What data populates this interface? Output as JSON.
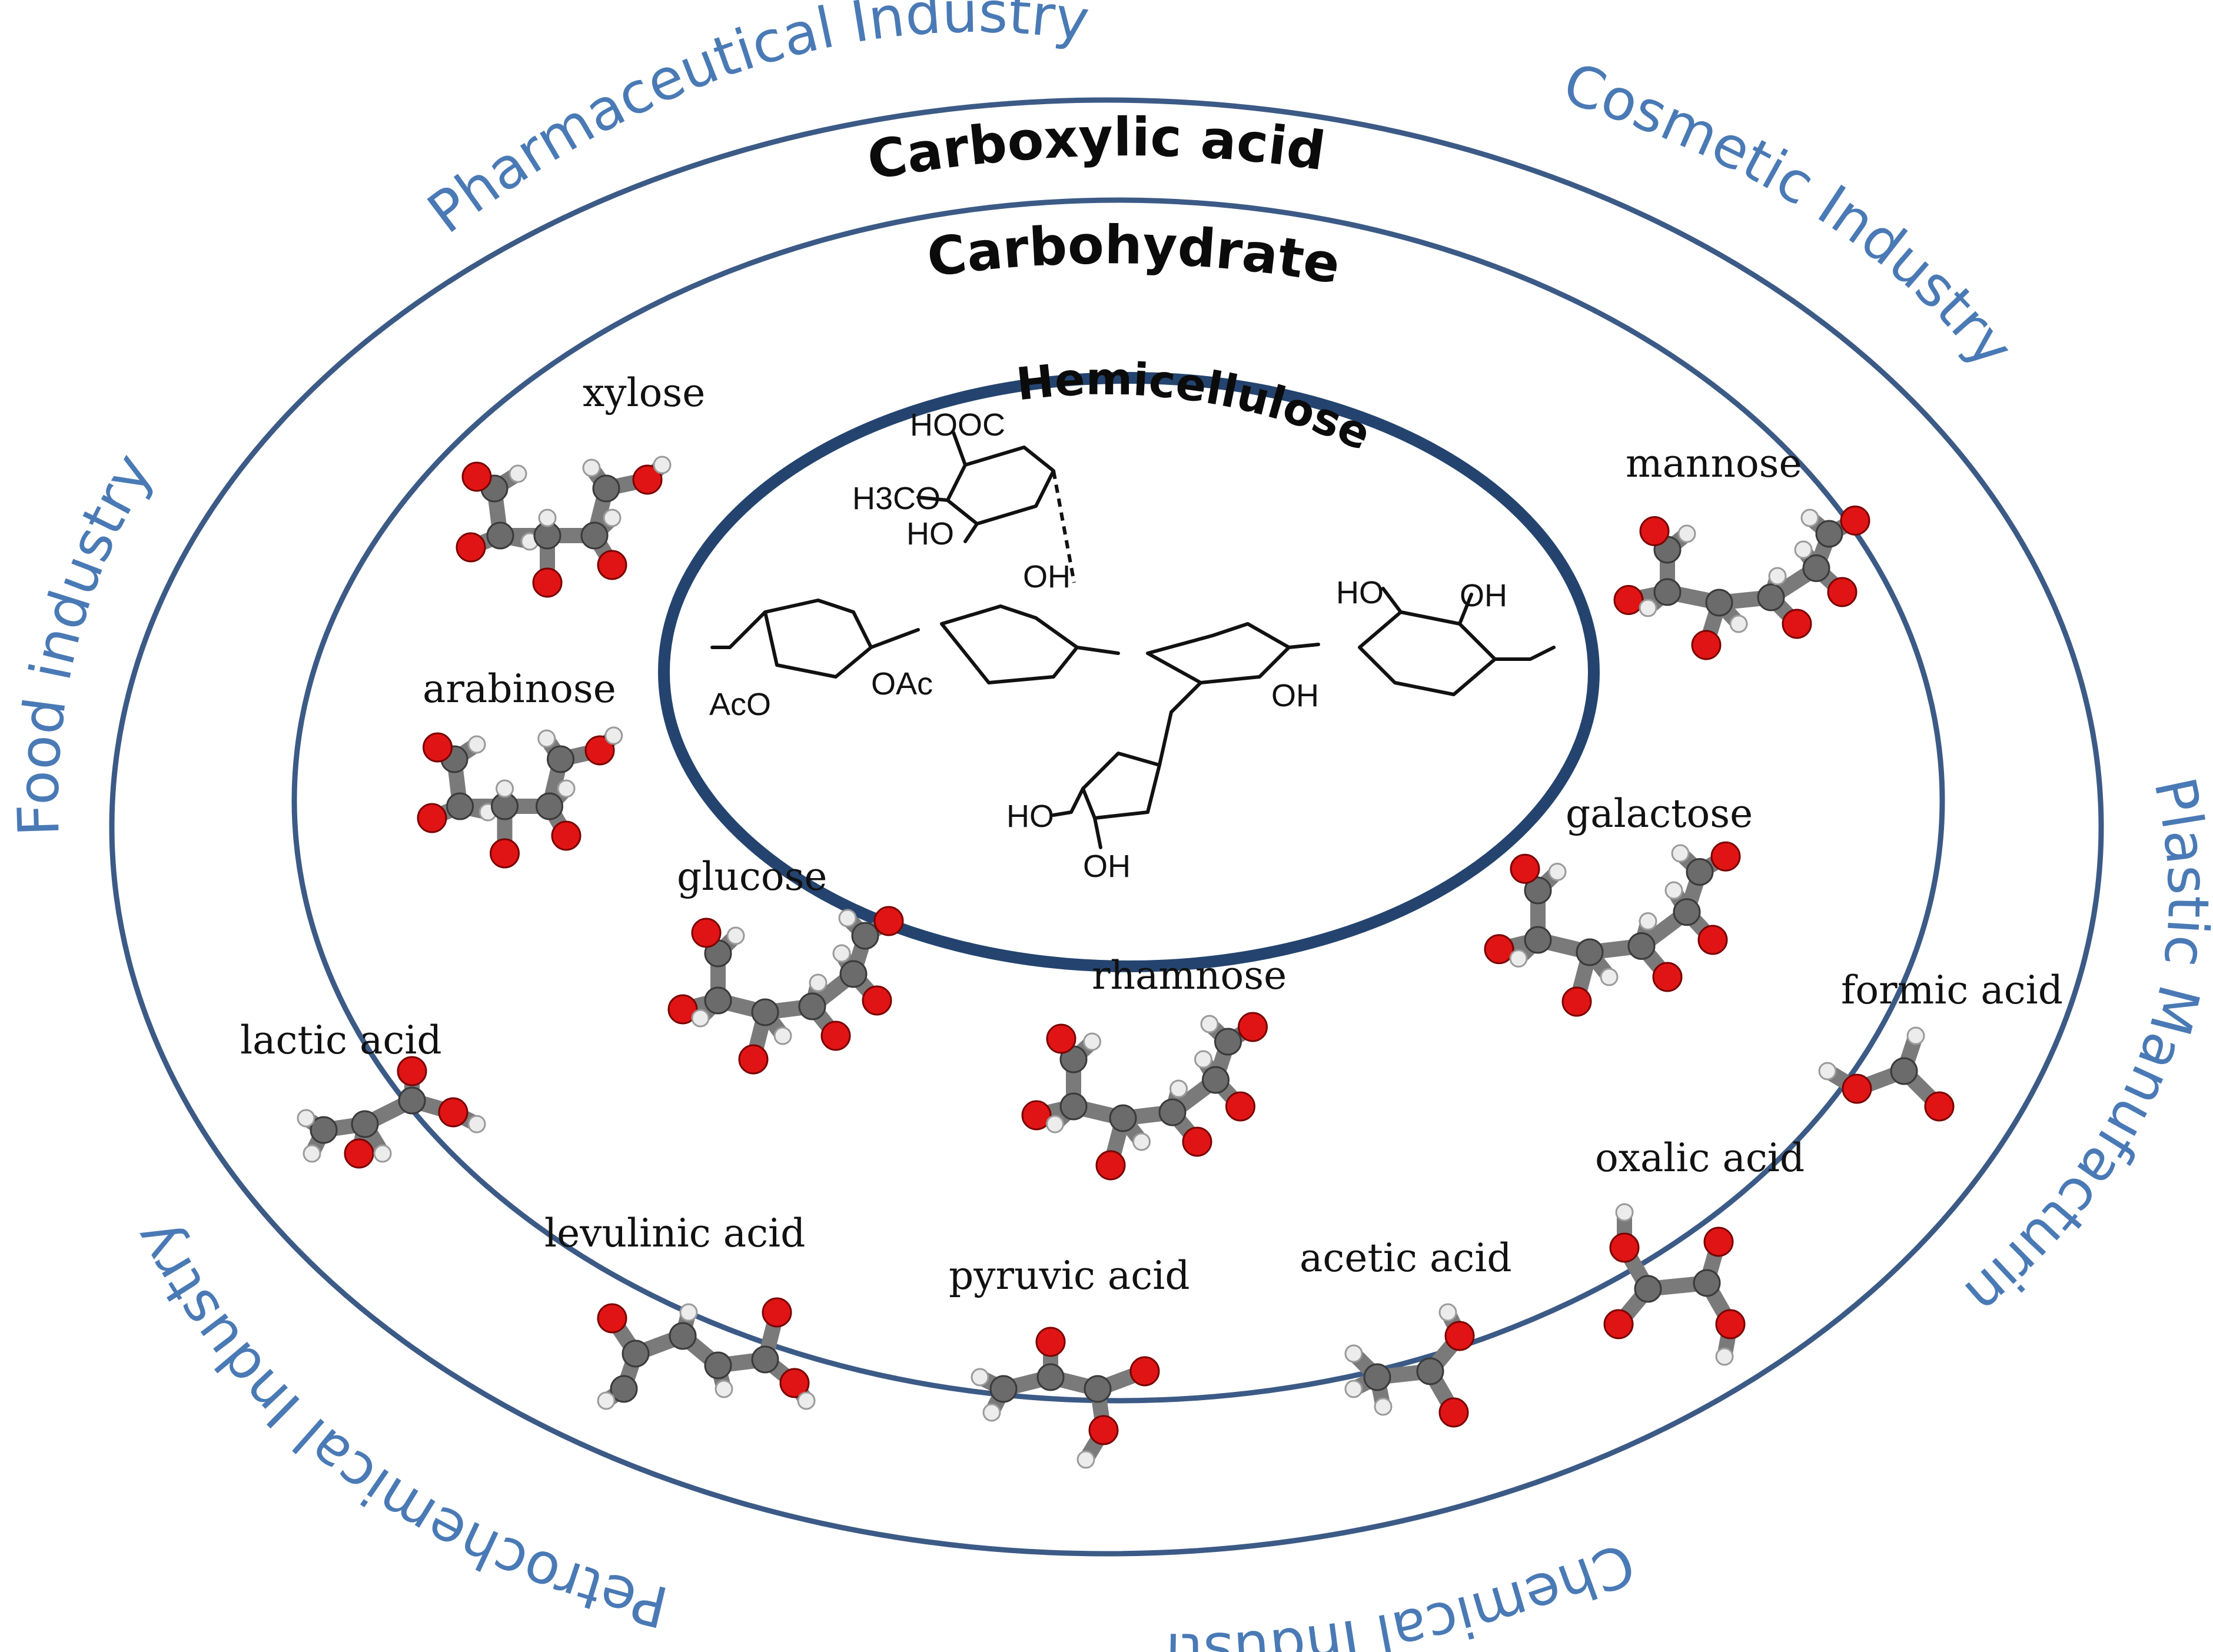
{
  "industries": {
    "pharmaceutical": "Pharmaceutical Industry",
    "cosmetic": "Cosmetic Industry",
    "food": "Food industry",
    "plastic": "Plastic Manufacturing",
    "petrochemical": "Petrochemical Industry",
    "chemical": "Chemical Industry"
  },
  "layers": {
    "carboxylic": "Carboxylic acids",
    "carbohydrates": "Carbohydrates",
    "hemicellulose": "Hemicellulose"
  },
  "carbohydrates": {
    "xylose": "xylose",
    "arabinose": "arabinose",
    "glucose": "glucose",
    "rhamnose": "rhamnose",
    "mannose": "mannose",
    "galactose": "galactose"
  },
  "acids": {
    "lactic": "lactic acid",
    "levulinic": "levulinic acid",
    "pyruvic": "pyruvic acid",
    "acetic": "acetic acid",
    "oxalic": "oxalic acid",
    "formic": "formic acid"
  },
  "structure_labels": {
    "hooc": "HOOC",
    "h3co": "H3CO",
    "ho_top": "HO",
    "oh_top": "OH",
    "aco": "AcO",
    "oac": "OAc",
    "ho_right": "HO",
    "oh_right": "OH",
    "oh_mid": "OH",
    "ho_bottom": "HO",
    "oh_bottom": "OH"
  },
  "colors": {
    "industry_text": "#4a7ab5",
    "ring": "#3c5a86",
    "inner_ring": "#24446f",
    "carbon": "#6b6b6b",
    "oxygen": "#e01414",
    "hydrogen": "#ececec"
  }
}
